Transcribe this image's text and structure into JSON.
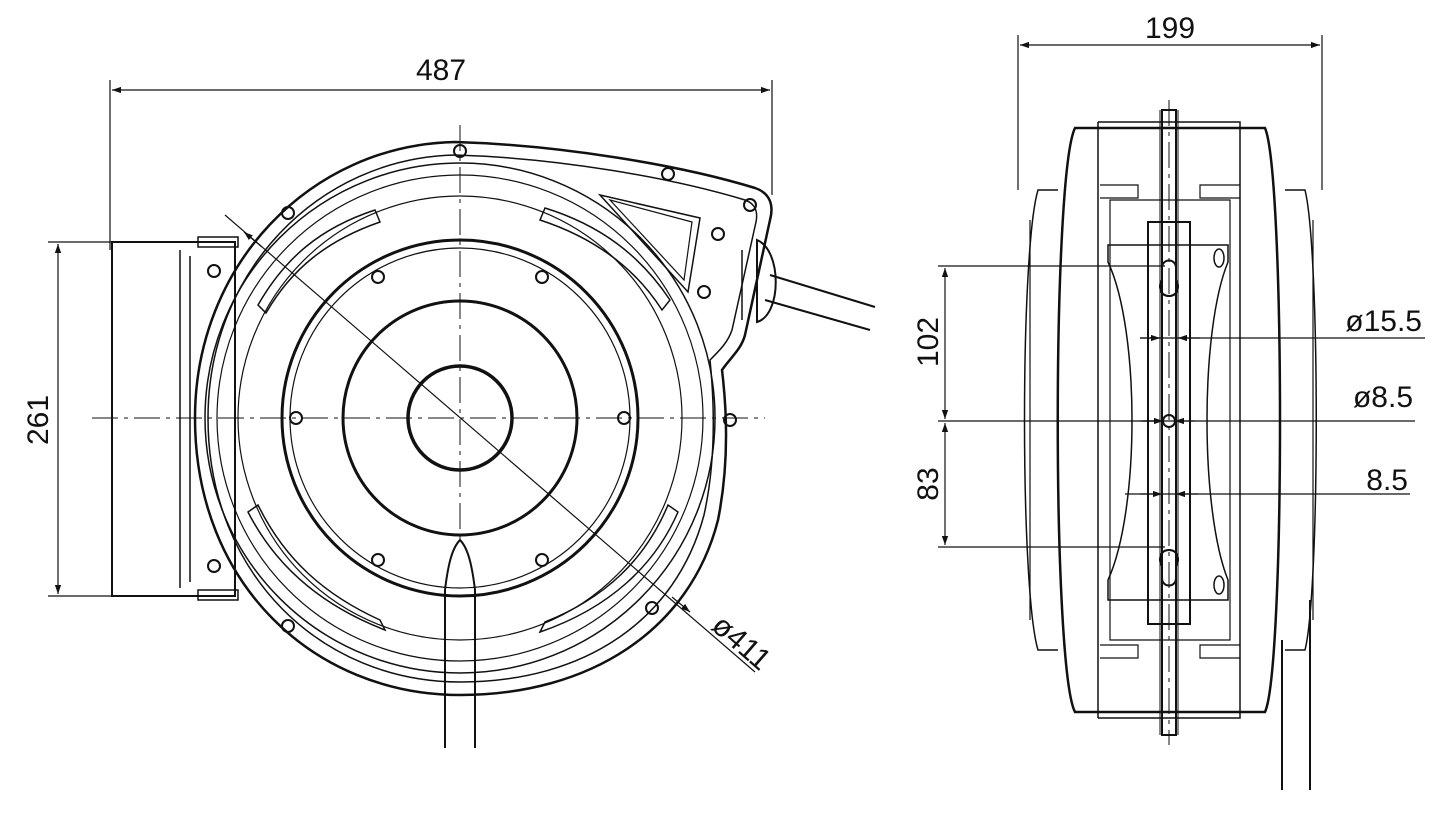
{
  "drawing": {
    "front_view": {
      "width_label": "487",
      "height_label": "261",
      "diameter_label": "ø411"
    },
    "side_view": {
      "width_label": "199",
      "spacing_top_label": "102",
      "spacing_bottom_label": "83",
      "hole_large_label": "ø15.5",
      "hole_small_label": "ø8.5",
      "slot_label": "8.5"
    },
    "colors": {
      "line": "#111111",
      "background": "#ffffff"
    }
  }
}
